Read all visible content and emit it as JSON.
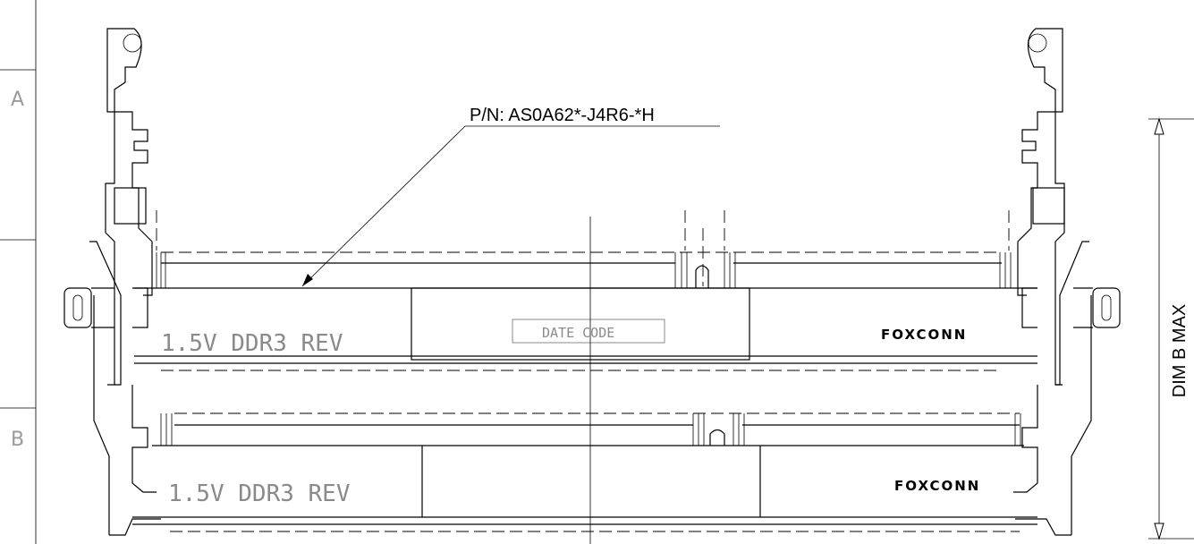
{
  "zones": [
    "A",
    "B"
  ],
  "part_number": "P/N: AS0A62*-J4R6-*H",
  "upper_module": {
    "voltage_label": "1.5V DDR3 REV",
    "date_code": "DATE CODE",
    "brand": "FOXCONN"
  },
  "lower_module": {
    "voltage_label": "1.5V DDR3 REV",
    "brand": "FOXCONN"
  },
  "dimension_label": "DIM B MAX"
}
